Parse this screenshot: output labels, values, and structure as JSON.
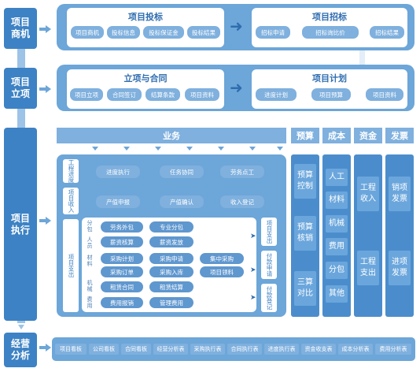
{
  "stages": {
    "biz": "项目商机",
    "setup": "项目立项",
    "exec": "项目执行",
    "analysis": "经营分析"
  },
  "row1": {
    "left": {
      "title": "项目投标",
      "items": [
        "项目商机",
        "投标信息",
        "投标保证金",
        "投标结果"
      ]
    },
    "right": {
      "title": "项目招标",
      "items": [
        "招标申请",
        "招标询比价",
        "招标结果"
      ]
    }
  },
  "row2": {
    "left": {
      "title": "立项与合同",
      "items": [
        "项目立项",
        "合同签订",
        "结算条款",
        "项目资料"
      ]
    },
    "right": {
      "title": "项目计划",
      "items": [
        "进度计划",
        "项目预算",
        "项目资料"
      ]
    }
  },
  "exec": {
    "business_header": "业务",
    "side_labels": {
      "progress": "工程进度",
      "income": "项目收入",
      "expense": "项目支出"
    },
    "progress_items": [
      "进度执行",
      "任务协同",
      "劳务点工"
    ],
    "income_items": [
      "产值申报",
      "产值确认",
      "收入登记"
    ],
    "categories": {
      "subcontract": "分包",
      "personnel": "人员",
      "material": "材料",
      "machinery": "机械",
      "fee": "费用"
    },
    "sub_items": [
      "劳务外包",
      "专业分包"
    ],
    "personnel_items": [
      "薪资核算",
      "薪资发放"
    ],
    "material_items": [
      "采购计划",
      "采购申请",
      "集中采购",
      "采购订单",
      "采购入库",
      "项目领料"
    ],
    "machinery_items": [
      "租赁合同",
      "租赁结算"
    ],
    "fee_items": [
      "费用报销",
      "管理费用"
    ],
    "flow_boxes": [
      "项目支出",
      "付款申请",
      "付款登记"
    ]
  },
  "columns": {
    "budget": {
      "title": "预算",
      "cells": [
        "预算控制",
        "预算核销",
        "三算对比"
      ]
    },
    "cost": {
      "title": "成本",
      "cells": [
        "人工",
        "材料",
        "机械",
        "费用",
        "分包",
        "其他"
      ]
    },
    "fund": {
      "title": "资金",
      "cells": [
        "工程收入",
        "工程支出"
      ]
    },
    "invoice": {
      "title": "发票",
      "cells": [
        "销项发票",
        "进项发票"
      ]
    }
  },
  "analysis_items": [
    "项目看板",
    "公司看板",
    "合同看板",
    "经营分析表",
    "采购执行表",
    "合同执行表",
    "进度执行表",
    "资金收支表",
    "成本分析表",
    "费用分析表"
  ]
}
